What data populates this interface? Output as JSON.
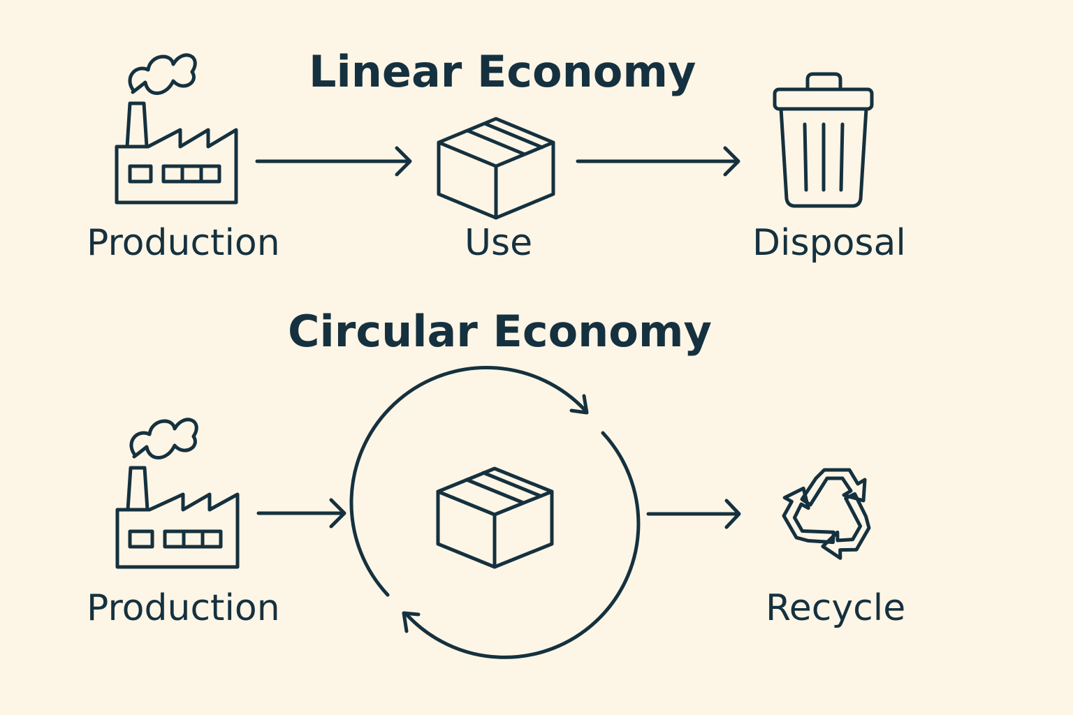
{
  "linear": {
    "title": "Linear Economy",
    "steps": {
      "production": "Production",
      "use": "Use",
      "disposal": "Disposal"
    }
  },
  "circular": {
    "title": "Circular Economy",
    "steps": {
      "production": "Production",
      "recycle": "Recycle"
    }
  },
  "icons": [
    "factory-icon",
    "box-icon",
    "trash-can-icon",
    "cycle-arrows-icon",
    "recycle-icon"
  ],
  "colors": {
    "background": "#fdf5e6",
    "ink": "#15313f"
  }
}
